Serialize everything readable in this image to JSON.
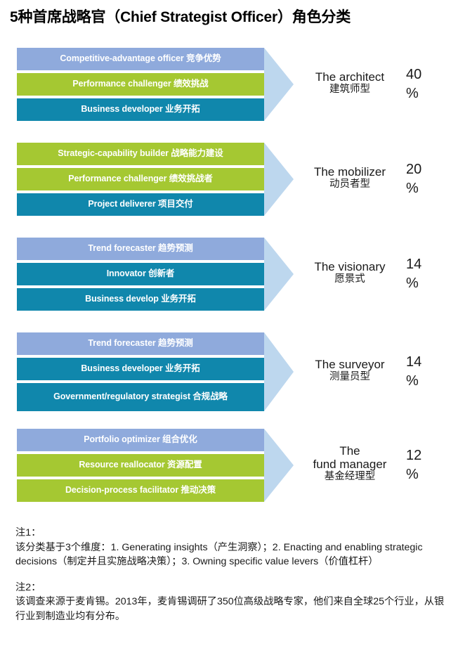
{
  "title": "5种首席战略官（Chief Strategist Officer）角色分类",
  "colors": {
    "blue": "#8faadc",
    "green": "#a5c832",
    "teal": "#1087ac",
    "arrow": "#bdd7ee",
    "text_dark": "#1a1a1a"
  },
  "chart_data": {
    "type": "bar",
    "title": "5种首席战略官（Chief Strategist Officer）角色分类",
    "xlabel": "",
    "ylabel": "",
    "categories": [
      "The architect 建筑师型",
      "The mobilizer 动员者型",
      "The visionary 愿景式",
      "The surveyor 测量员型",
      "The fund manager 基金经理型"
    ],
    "values": [
      40,
      20,
      14,
      14,
      12
    ],
    "unit": "%",
    "groups": [
      {
        "name_en": "The architect",
        "name_cn": "建筑师型",
        "percent": "40",
        "percent_sign": "%",
        "bars": [
          {
            "label": "Competitive-advantage officer 竞争优势",
            "color_key": "blue"
          },
          {
            "label": "Performance challenger 绩效挑战",
            "color_key": "green"
          },
          {
            "label": "Business developer 业务开拓",
            "color_key": "teal"
          }
        ]
      },
      {
        "name_en": "The mobilizer",
        "name_cn": "动员者型",
        "percent": "20",
        "percent_sign": "%",
        "bars": [
          {
            "label": "Strategic-capability builder 战略能力建设",
            "color_key": "green"
          },
          {
            "label": "Performance challenger 绩效挑战者",
            "color_key": "green"
          },
          {
            "label": "Project deliverer 项目交付",
            "color_key": "teal"
          }
        ]
      },
      {
        "name_en": "The visionary",
        "name_cn": "愿景式",
        "percent": "14",
        "percent_sign": "%",
        "bars": [
          {
            "label": "Trend forecaster 趋势预测",
            "color_key": "blue"
          },
          {
            "label": "Innovator 创新者",
            "color_key": "teal"
          },
          {
            "label": "Business develop 业务开拓",
            "color_key": "teal"
          }
        ]
      },
      {
        "name_en": "The surveyor",
        "name_cn": "测量员型",
        "percent": "14",
        "percent_sign": "%",
        "bars": [
          {
            "label": "Trend forecaster 趋势预测",
            "color_key": "blue"
          },
          {
            "label": "Business developer 业务开拓",
            "color_key": "teal"
          },
          {
            "label": "Government/regulatory strategist 合规战略",
            "color_key": "teal"
          }
        ]
      },
      {
        "name_en": "The\nfund manager",
        "name_cn": "基金经理型",
        "percent": "12",
        "percent_sign": "%",
        "bars": [
          {
            "label": "Portfolio optimizer 组合优化",
            "color_key": "blue"
          },
          {
            "label": "Resource reallocator 资源配置",
            "color_key": "green"
          },
          {
            "label": "Decision-process facilitator 推动决策",
            "color_key": "green"
          }
        ]
      }
    ],
    "legend": [],
    "grid": false
  },
  "notes": [
    {
      "head": "注1：",
      "body": "该分类基于3个维度：1. Generating insights（产生洞察）；2. Enacting and enabling strategic decisions（制定并且实施战略决策）；3. Owning specific value levers（价值杠杆）"
    },
    {
      "head": "注2：",
      "body": "该调查来源于麦肯锡。2013年，麦肯锡调研了350位高级战略专家，他们来自全球25个行业，从银行业到制造业均有分布。"
    }
  ]
}
